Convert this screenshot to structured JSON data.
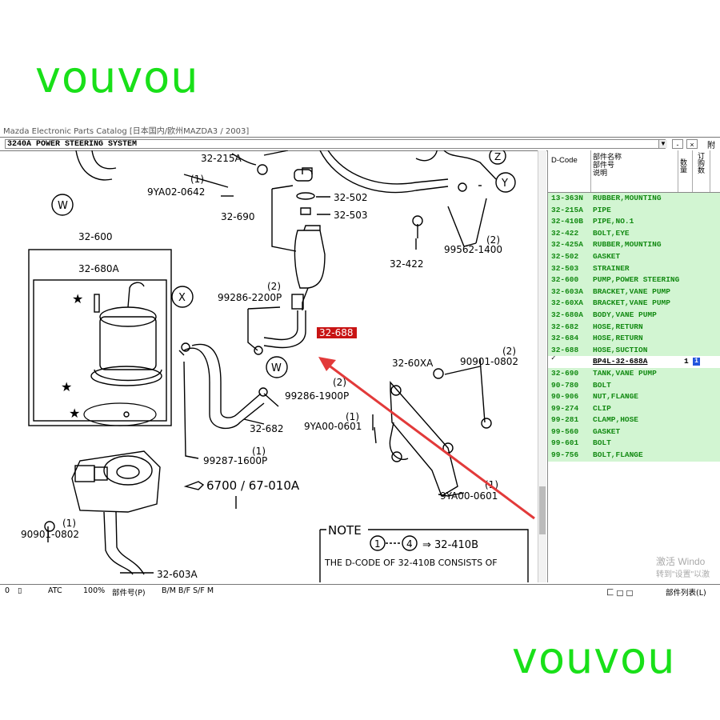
{
  "watermark": {
    "text": "vouvou"
  },
  "window": {
    "title": "Mazda Electronic Parts Catalog   [日本国内/欧州MAZDA3 / 2003]",
    "section": "3240A  POWER STEERING SYSTEM",
    "right_label": "附"
  },
  "diagram": {
    "labels": {
      "l_32215a": "32-215A",
      "l_9ya020642_q": "(1)",
      "l_9ya020642": "9YA02-0642",
      "l_32502": "32-502",
      "l_32503": "32-503",
      "l_32690": "32-690",
      "l_32600": "32-600",
      "l_32680a": "32-680A",
      "l_99286_2200_q": "(2)",
      "l_99286_2200": "99286-2200P",
      "l_32688": "32-688",
      "l_99562_q": "(2)",
      "l_99562": "99562-1400",
      "l_32422": "32-422",
      "l_32682": "32-682",
      "l_99286_1900_q": "(2)",
      "l_99286_1900": "99286-1900P",
      "l_32_60xa": "32-60XA",
      "l_90901_q1": "(2)",
      "l_90901_a": "90901-0802",
      "l_9ya000601_q": "(1)",
      "l_9ya000601_a": "9YA00-0601",
      "l_99287_q": "(1)",
      "l_99287": "99287-1600P",
      "l_6700": "6700 / 67-010A",
      "l_9ya000601_q2": "(1)",
      "l_9ya000601_b": "9YA00-0601",
      "l_90901_q2": "(1)",
      "l_90901_b": "90901-0802",
      "l_32603a": "32-603A",
      "l_note": "NOTE",
      "l_note_target": "⇒ 32-410B",
      "l_note_line": "THE D-CODE OF  32-410B  CONSISTS OF",
      "l_circle_1": "1",
      "l_circle_4": "4",
      "l_x": "X",
      "l_w1": "W",
      "l_w2": "W",
      "l_y": "Y",
      "l_z": "Z"
    }
  },
  "parts_panel": {
    "header": {
      "dcode": "D-Code",
      "name_line1": "部件名称",
      "name_line2": "部件号",
      "name_line3": "说明",
      "qty": "数量",
      "order": "订购数"
    },
    "rows": [
      {
        "code": "13-363N",
        "name": "RUBBER,MOUNTING"
      },
      {
        "code": "32-215A",
        "name": "PIPE"
      },
      {
        "code": "32-410B",
        "name": "PIPE,NO.1"
      },
      {
        "code": "32-422",
        "name": "BOLT,EYE"
      },
      {
        "code": "32-425A",
        "name": "RUBBER,MOUNTING"
      },
      {
        "code": "32-502",
        "name": "GASKET"
      },
      {
        "code": "32-503",
        "name": "STRAINER"
      },
      {
        "code": "32-600",
        "name": "PUMP,POWER STEERING"
      },
      {
        "code": "32-603A",
        "name": "BRACKET,VANE PUMP"
      },
      {
        "code": "32-60XA",
        "name": "BRACKET,VANE PUMP"
      },
      {
        "code": "32-680A",
        "name": "BODY,VANE PUMP"
      },
      {
        "code": "32-682",
        "name": "HOSE,RETURN"
      },
      {
        "code": "32-684",
        "name": "HOSE,RETURN"
      },
      {
        "code": "32-688",
        "name": "HOSE,SUCTION"
      }
    ],
    "selected": {
      "check": "✓",
      "part_no": "BP4L-32-688A",
      "qty": "1",
      "order": "1"
    },
    "rows_after": [
      {
        "code": "32-690",
        "name": "TANK,VANE PUMP"
      },
      {
        "code": "90-780",
        "name": "BOLT"
      },
      {
        "code": "90-906",
        "name": "NUT,FLANGE"
      },
      {
        "code": "99-274",
        "name": "CLIP"
      },
      {
        "code": "99-281",
        "name": "CLAMP,HOSE"
      },
      {
        "code": "99-560",
        "name": "GASKET"
      },
      {
        "code": "99-601",
        "name": "BOLT"
      },
      {
        "code": "99-756",
        "name": "BOLT,FLANGE"
      }
    ]
  },
  "status": {
    "a": "0",
    "atc": "ATC",
    "zoom": "100%",
    "part_no": "部件号(P)",
    "mode": "B/M  B/F  S/F  M",
    "right1": "匚 □ □",
    "right2": "部件列表(L)"
  },
  "windows_watermark": {
    "line1": "激活 Windo",
    "line2": "转到\"设置\"以激"
  },
  "colors": {
    "watermark": "#19e019",
    "row_text": "#138a13",
    "row_bg": "#d2f5d2",
    "highlight": "#c81414",
    "arrow": "#e23a3a"
  }
}
